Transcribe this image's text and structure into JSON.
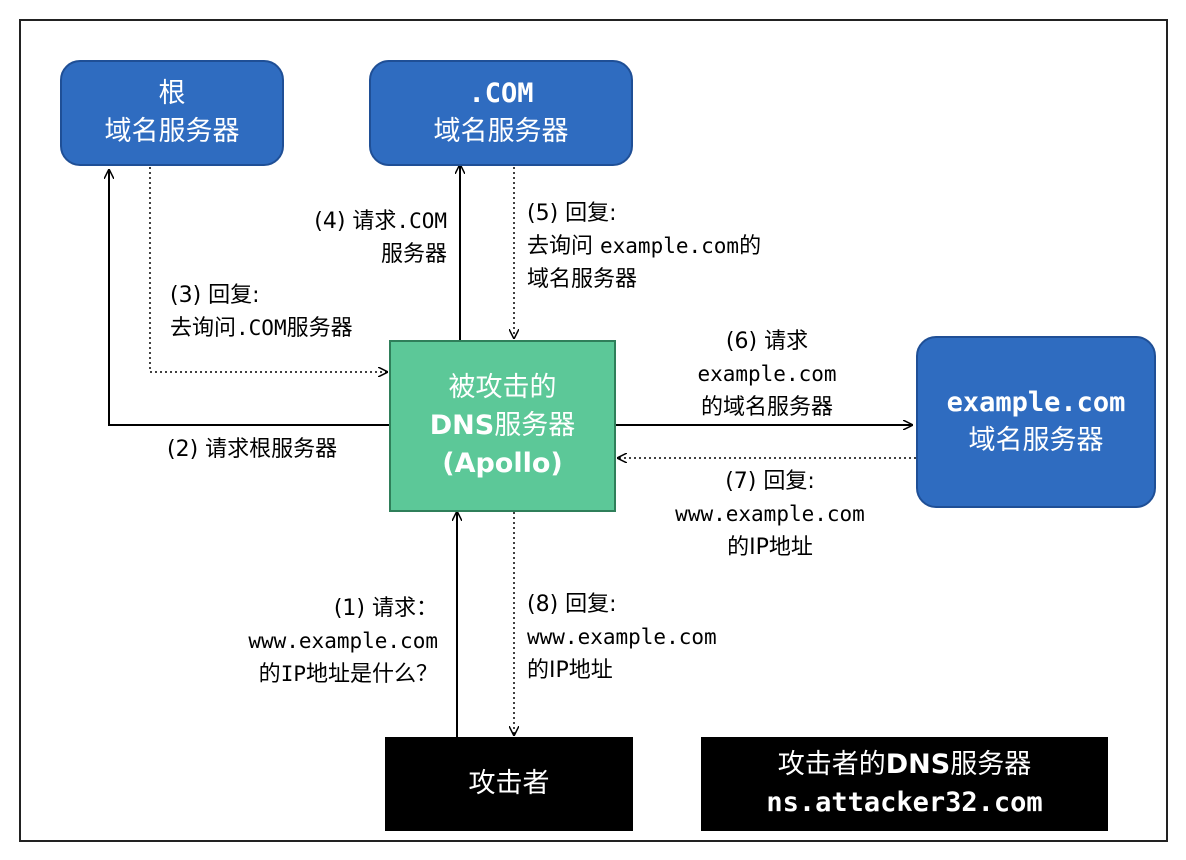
{
  "nodes": {
    "root": {
      "line1": "根",
      "line2": "域名服务器"
    },
    "com": {
      "line1": ".COM",
      "line2": "域名服务器"
    },
    "apollo": {
      "line1": "被攻击的",
      "line2a": "DNS",
      "line2b": "服务器",
      "line3": "(Apollo)"
    },
    "example": {
      "line1": "example.com",
      "line2": "域名服务器"
    },
    "attacker": {
      "label": "攻击者"
    },
    "attacker_dns": {
      "line1a": "攻击者的",
      "line1b": "DNS",
      "line1c": "服务器",
      "line2": "ns.attacker32.com"
    }
  },
  "labels": {
    "s1": {
      "l1": "(1) 请求：",
      "l2": "www.example.com",
      "l3a": "的",
      "l3b": "IP",
      "l3c": "地址是什么？"
    },
    "s2": {
      "l1": "(2) 请求根服务器"
    },
    "s3": {
      "l1": "(3) 回复:",
      "l2a": "去询问",
      "l2b": ".COM",
      "l2c": "服务器"
    },
    "s4": {
      "l1a": "(4) 请求",
      "l1b": ".COM",
      "l2": "服务器"
    },
    "s5": {
      "l1": "(5) 回复:",
      "l2a": "去询问 ",
      "l2b": "example.com",
      "l2c": "的",
      "l3": "域名服务器"
    },
    "s6": {
      "l1": "(6) 请求",
      "l2": "example.com",
      "l3": "的域名服务器"
    },
    "s7": {
      "l1": "(7) 回复:",
      "l2": "www.example.com",
      "l3": "的IP地址"
    },
    "s8": {
      "l1": "(8) 回复:",
      "l2": "www.example.com",
      "l3": "的IP地址"
    }
  }
}
